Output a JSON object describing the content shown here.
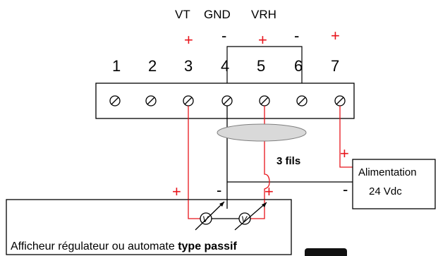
{
  "header": {
    "signal_labels": [
      "VT",
      "GND",
      "VRH"
    ]
  },
  "polarity_top": [
    "+",
    "-",
    "+",
    "-",
    "+"
  ],
  "terminals": [
    "1",
    "2",
    "3",
    "4",
    "5",
    "6",
    "7"
  ],
  "cable_label": "3 fils",
  "power_supply": {
    "line1": "Alimentation",
    "line2": "24 Vdc",
    "plus": "+",
    "minus": "-"
  },
  "display": {
    "plus_left": "+",
    "minus": "-",
    "plus_right": "+",
    "meter_symbol": "V",
    "caption_normal": "Afficheur régulateur ou automate ",
    "caption_bold": "type passif"
  },
  "colors": {
    "wire_red": "#e8141b",
    "wire_black": "#000000",
    "cable_fill": "#d9d9d9"
  }
}
